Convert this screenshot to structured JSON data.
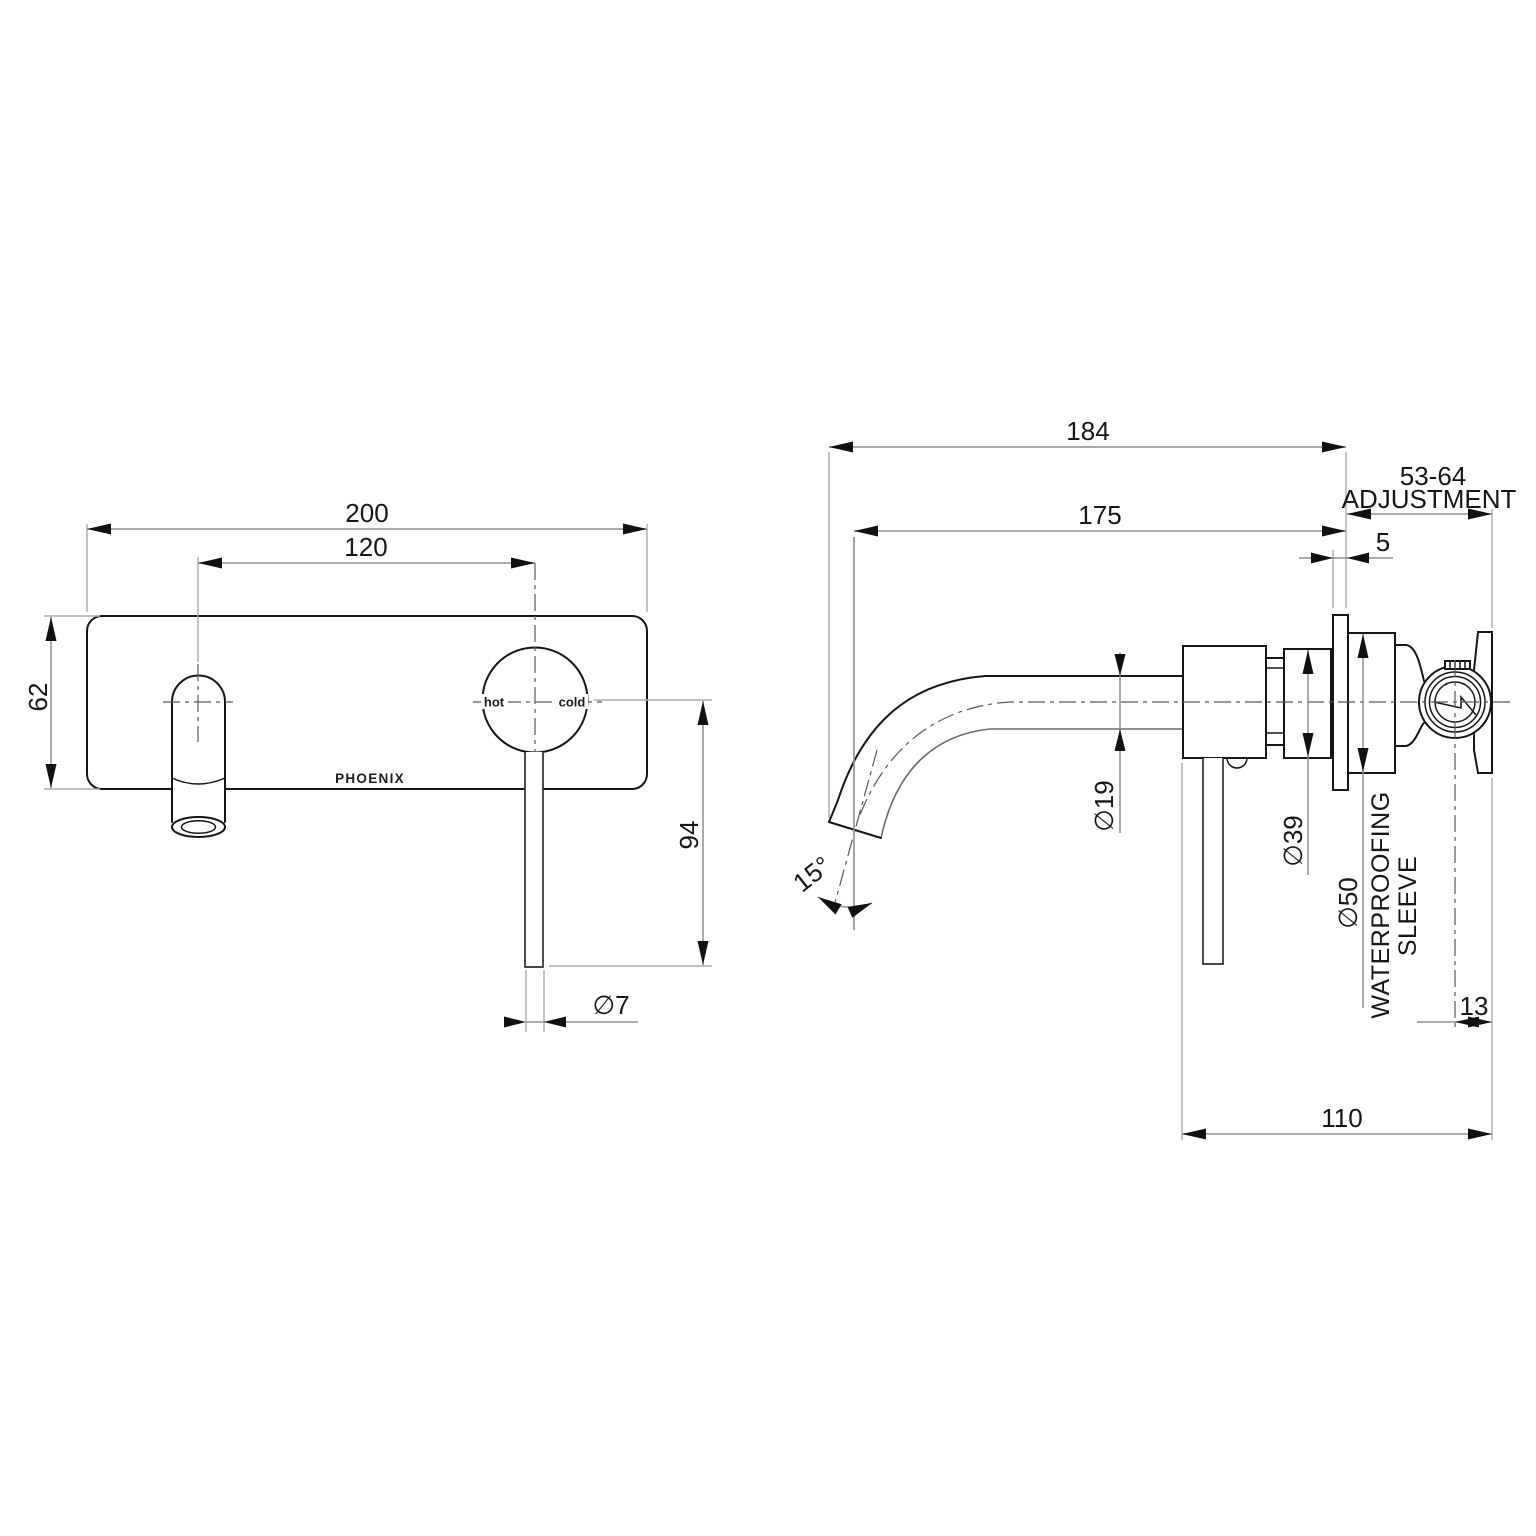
{
  "drawing": {
    "type": "technical-dimension-drawing",
    "product": "wall basin mixer set",
    "brand": "PHOENIX",
    "colors": {
      "outline": "#161616",
      "dimension": "#8f8f8f",
      "extension": "#ababab",
      "text": "#161616",
      "background": "#ffffff"
    },
    "front": {
      "dim_overall_width": "200",
      "dim_spout_to_mixer": "120",
      "dim_plate_height": "62",
      "dim_handle_length": "94",
      "dim_handle_dia": "∅7",
      "label_hot": "hot",
      "label_cold": "cold",
      "brand": "PHOENIX"
    },
    "side": {
      "dim_reach_overall": "184",
      "dim_reach": "175",
      "dim_adjust_range": "53-64",
      "dim_adjust_label": "ADJUSTMENT",
      "dim_plate_thickness": "5",
      "dim_spout_dia": "∅19",
      "dim_body_dia": "∅39",
      "dim_sleeve_dia": "∅50",
      "label_sleeve_line1": "WATERPROOFING",
      "label_sleeve_line2": "SLEEVE",
      "dim_spout_angle": "15°",
      "dim_centre_offset": "13",
      "dim_projection": "110"
    }
  }
}
